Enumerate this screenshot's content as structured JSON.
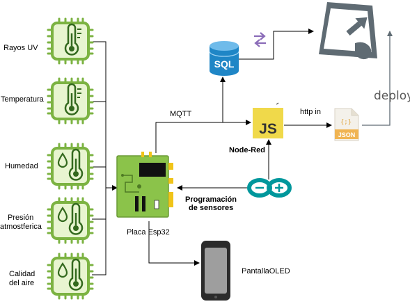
{
  "sensors": [
    {
      "label_lines": [
        "Rayos UV"
      ],
      "icon": "thermometer-icon"
    },
    {
      "label_lines": [
        "Temperatura"
      ],
      "icon": "thermometer-icon"
    },
    {
      "label_lines": [
        "Humedad"
      ],
      "icon": "humidity-thermometer-icon"
    },
    {
      "label_lines": [
        "Presión",
        "atmostferica"
      ],
      "icon": "humidity-thermometer-icon"
    },
    {
      "label_lines": [
        "Calidad",
        "del aire"
      ],
      "icon": "humidity-thermometer-icon"
    }
  ],
  "board": {
    "label": "Placa Esp32",
    "icon": "esp32-board-icon"
  },
  "mqtt_label": "MQTT",
  "node_red": {
    "label": "Node-Red",
    "icon_text": "JS"
  },
  "sql": {
    "icon_text": "SQL"
  },
  "http_label": "http in",
  "json_file": {
    "icon_text": "JSON",
    "brace_text": "{;}"
  },
  "deploy_label": "deploy",
  "programming_label_lines": [
    "Programación",
    "de sensores"
  ],
  "arduino": {
    "icon": "arduino-icon"
  },
  "display": {
    "label": "PantallaOLED",
    "icon": "phone-display-icon"
  },
  "colors": {
    "chip_green": "#7cb342",
    "chip_light": "#e8f5d0",
    "chip_dark": "#33691e",
    "js_yellow": "#f0d94a",
    "sql_blue": "#1f86c6",
    "json_orange": "#f0b453",
    "arduino_teal": "#00979c",
    "swap_arrow": "#8a6bb8"
  }
}
